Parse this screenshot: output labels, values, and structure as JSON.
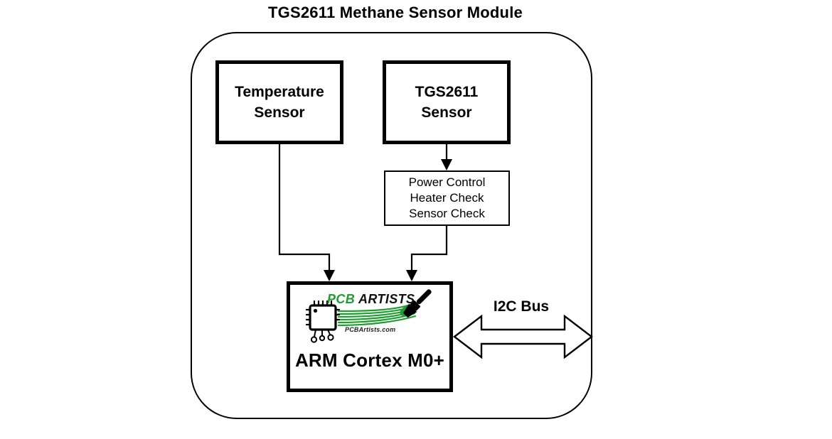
{
  "title": "TGS2611 Methane Sensor Module",
  "diagram": {
    "temperature_sensor": {
      "lines": [
        "Temperature",
        "Sensor"
      ]
    },
    "tgs2611_sensor": {
      "lines": [
        "TGS2611",
        "Sensor"
      ]
    },
    "power_control": {
      "lines": [
        "Power Control",
        "Heater Check",
        "Sensor Check"
      ]
    },
    "mcu": {
      "label": "ARM Cortex M0+"
    },
    "i2c_bus": {
      "label": "I2C Bus"
    }
  },
  "logo": {
    "brand_primary": "PCB",
    "brand_secondary": "ARTISTS",
    "website": "PCBArtists.com"
  },
  "colors": {
    "line_color": "#000000",
    "background": "#ffffff",
    "logo_green": "#1d9e2f"
  }
}
